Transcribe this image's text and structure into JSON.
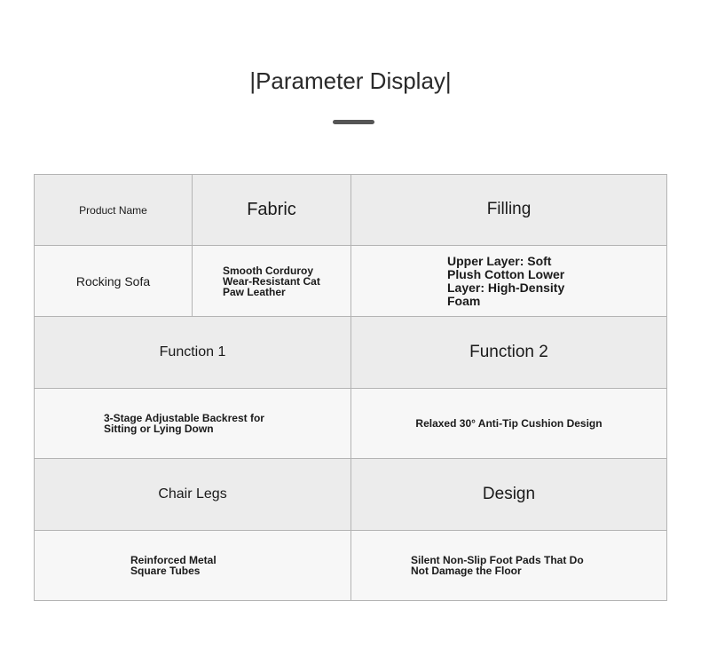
{
  "title": "|Parameter Display|",
  "table": {
    "product_name_label": "Product Name",
    "product_name_value": "Rocking Sofa",
    "fabric_label": "Fabric",
    "fabric_value": "Smooth Corduroy Wear-Resistant Cat Paw Leather",
    "filling_label": "Filling",
    "filling_value": "Upper Layer: Soft Plush Cotton Lower Layer: High-Density Foam",
    "function1_label": "Function 1",
    "function1_value": "3-Stage Adjustable Backrest for Sitting or Lying Down",
    "function2_label": "Function 2",
    "function2_value": "Relaxed 30° Anti-Tip Cushion Design",
    "chair_legs_label": "Chair Legs",
    "chair_legs_value": "Reinforced Metal Square Tubes",
    "design_label": "Design",
    "design_value": "Silent Non-Slip Foot Pads That Do Not Damage the Floor"
  }
}
